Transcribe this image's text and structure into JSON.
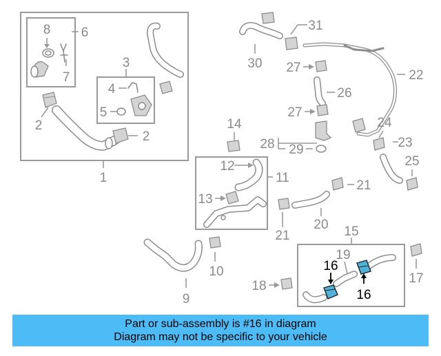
{
  "callouts": [
    "1",
    "2",
    "2",
    "3",
    "4",
    "5",
    "6",
    "7",
    "8",
    "9",
    "10",
    "11",
    "12",
    "13",
    "14",
    "15",
    "16",
    "16",
    "17",
    "18",
    "19",
    "20",
    "21",
    "21",
    "22",
    "23",
    "24",
    "25",
    "26",
    "27",
    "27",
    "28",
    "29",
    "30",
    "31"
  ],
  "highlight": {
    "part_number": "16",
    "color": "#4fb3d9"
  },
  "banner": {
    "line1": "Part or sub-assembly is #16 in diagram",
    "line2": "Diagram may not be specific to your vehicle",
    "color": "#4dbbf5"
  }
}
